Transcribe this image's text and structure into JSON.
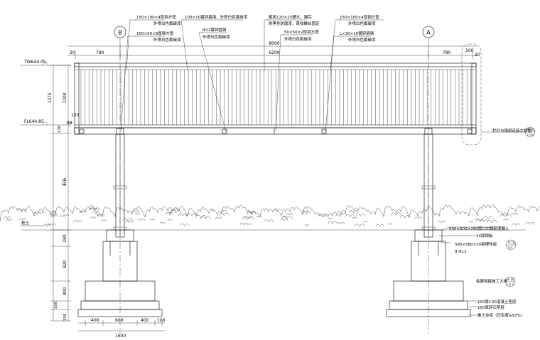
{
  "grid_axes": {
    "left": "B",
    "right": "A"
  },
  "elevations": {
    "top": "TW644.05",
    "floor": "FL644.85"
  },
  "top_annotations": [
    {
      "line1": "150×100×4厚钢方管",
      "line2": "外喷白色氟碳漆"
    },
    {
      "line1": "150×50×8厚钢方管",
      "line2": "外喷白色氟碳漆"
    },
    {
      "line1": "100×10镀锌扁钢，外喷白色氟碳漆",
      "line2": ""
    },
    {
      "line1": "Φ12镀锌圆钢",
      "line2": "外喷白色氟碳漆"
    },
    {
      "line1": "截面120×25槽木，铺完",
      "line2": "刷黑色防腐漆，首收螺丝固定"
    },
    {
      "line1": "50×50×2厚钢方管",
      "line2": "外喷白色氟碳漆"
    },
    {
      "line1": "150×100×4厚钢方管",
      "line2": "外喷白色氟碳漆"
    },
    {
      "line1": "L×30×10镀锌扁钢",
      "line2": "外喷白色氟碳漆"
    }
  ],
  "horizontal_dims": {
    "left_edge": "20",
    "left_span": "780",
    "total": "8000",
    "middle": "6200",
    "right_span": "780",
    "right_edge": "100",
    "right_edge2": "20"
  },
  "vertical_dims": [
    "1375",
    "1200",
    "120",
    "88",
    "130",
    "桩长",
    "280",
    "820",
    "400",
    "100",
    "150"
  ],
  "bottom_dims": [
    "400",
    "600",
    "400",
    "100",
    "1600"
  ],
  "right_annotations": [
    "栏杆与钢梁连接大样图",
    "600×600×280厚C20钢筋混凝土",
    "14厚钢板",
    "580×580×20钢埋件板",
    "9 Φ12",
    "柱脚连接施工大样",
    "100厚C20混凝土垫层",
    "150厚碎石垫层",
    "素土夯实（压实度≥93%）"
  ],
  "detail_tags": [
    {
      "top": "9",
      "right": "LD",
      "bottom": "1.01A"
    },
    {
      "top": "9",
      "right": "LD",
      "bottom": "1.01"
    },
    {
      "top": "9",
      "right": "LD",
      "bottom": "1.01.5"
    }
  ],
  "ground_label": "桩土"
}
